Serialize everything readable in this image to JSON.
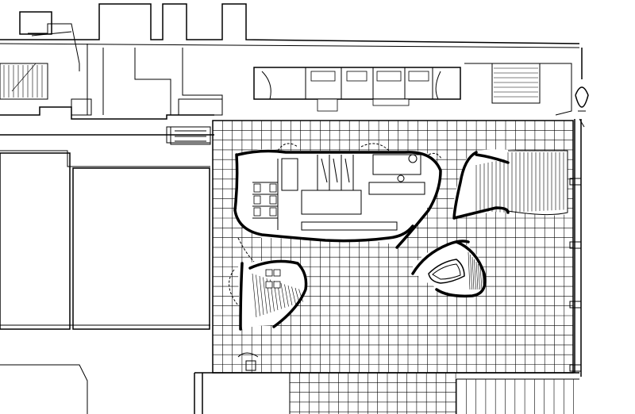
{
  "drawing": {
    "kind": "architectural floor plan",
    "line_color": "#000000",
    "background": "#ffffff",
    "has_text_labels": false
  },
  "zones": [
    {
      "name": "upper-corridor-rooms"
    },
    {
      "name": "service-core-with-restrooms"
    },
    {
      "name": "left-wing-rooms"
    },
    {
      "name": "gridded-exhibition-hall"
    },
    {
      "name": "curved-enclosure-kitchen-and-toilets"
    },
    {
      "name": "curved-enclosure-ramp-east"
    },
    {
      "name": "curved-enclosure-seating-west"
    },
    {
      "name": "curved-enclosure-cafe-counter"
    },
    {
      "name": "lower-gridded-court"
    },
    {
      "name": "east-column-row"
    }
  ]
}
